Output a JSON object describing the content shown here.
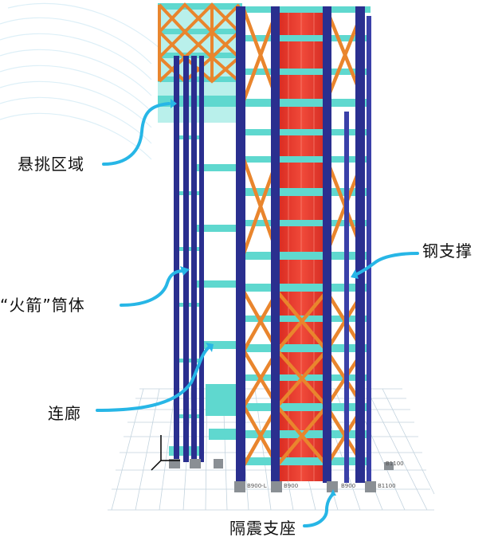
{
  "labels": {
    "cantilever_area": "悬挑区域",
    "rocket_tube": "“火箭”筒体",
    "corridor": "连廊",
    "steel_brace": "钢支撑",
    "isolation_bearing": "隔震支座"
  },
  "model_tags": [
    "B900-L",
    "B900",
    "B900",
    "B1100",
    "B1100"
  ],
  "colors": {
    "column": "#2a2f8f",
    "column_dark": "#1b1f66",
    "slab": "#5fd8cf",
    "brace": "#e9852d",
    "core": "#ef3a2c",
    "grid": "#b7c9d6",
    "callout": "#27b6e6",
    "bearing": "#8a8f94"
  },
  "icon": "xyz-axis-icon"
}
